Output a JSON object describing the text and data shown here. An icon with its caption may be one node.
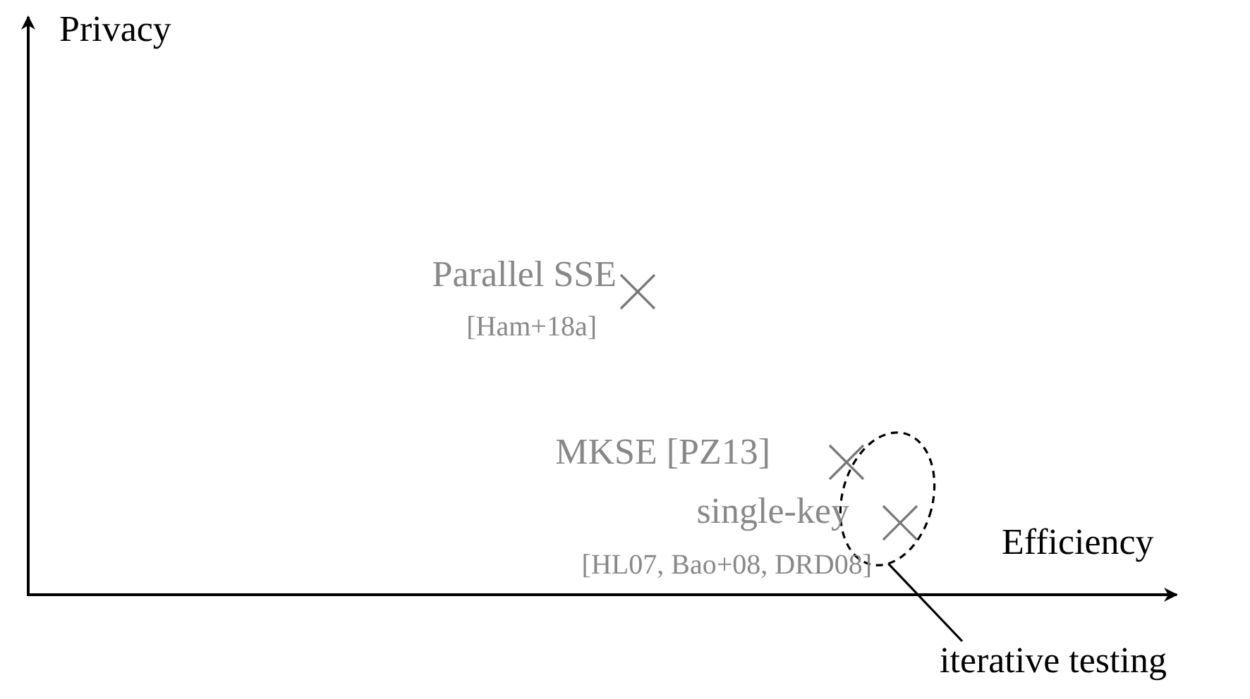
{
  "diagram": {
    "nodes": [
      {
        "text": [],
        "shape": "circle"
      },
      {
        "text": [
          "iterative testing"
        ]
      }
    ],
    "edges": [
      {
        "from": 1,
        "to": 0,
        "arrow": "none"
      }
    ],
    "labels": [
      "Privacy",
      "Parallel SSE",
      "[Ham+18a]",
      "MKSE [PZ13]",
      "single-key",
      "Efficiency",
      "[HL07, Bao+08, DRD08]"
    ]
  }
}
